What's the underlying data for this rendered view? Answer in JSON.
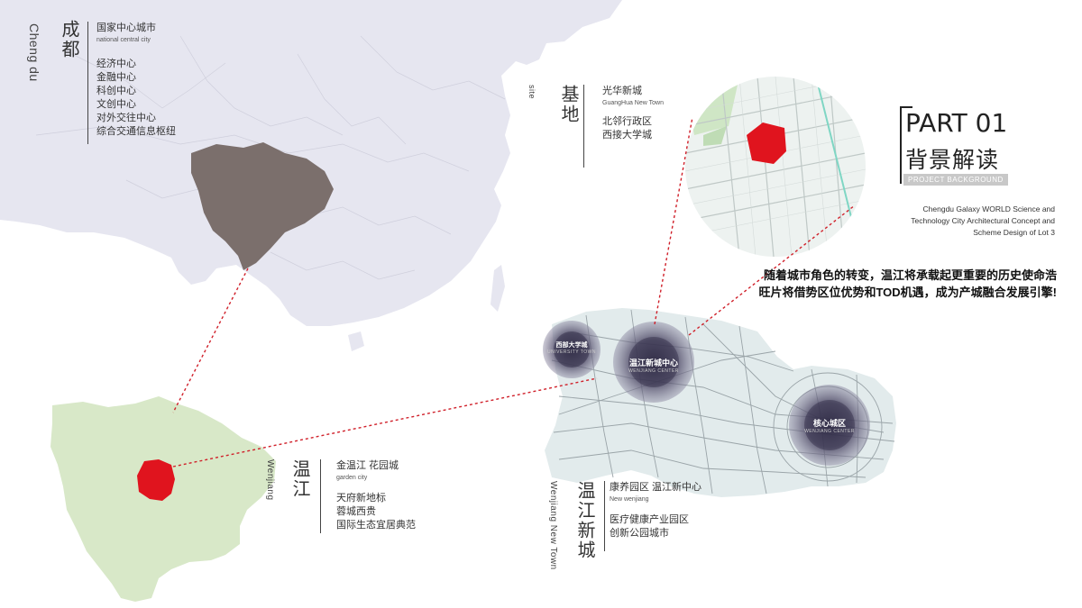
{
  "chengdu": {
    "title_cn": "成都",
    "title_en": "Cheng du",
    "subtitle_cn": "国家中心城市",
    "subtitle_en": "national central city",
    "items": [
      "经济中心",
      "金融中心",
      "科创中心",
      "文创中心",
      "对外交往中心",
      "综合交通信息枢纽"
    ]
  },
  "site": {
    "title_cn": "基地",
    "title_en": "site",
    "line1": "光华新城",
    "line1_en": "GuangHua New Town",
    "line2": "北邻行政区",
    "line3": "西接大学城"
  },
  "wenjiang": {
    "title_cn": "温江",
    "title_en": "Wenjiang",
    "line1": "金温江 花园城",
    "line1_en": "garden city",
    "items": [
      "天府新地标",
      "蓉城西贵",
      "国际生态宜居典范"
    ]
  },
  "newtown": {
    "title_cn": "温江新城",
    "title_en": "Wenjiang New Town",
    "line1": "康养园区 温江新中心",
    "line1_en": "New wenjiang",
    "items": [
      "医疗健康产业园区",
      "创新公园城市"
    ]
  },
  "part": {
    "number": "PART 01",
    "title": "背景解读",
    "tag": "PROJECT BACKGROUND",
    "description": [
      "Chengdu Galaxy WORLD Science and",
      "Technology City Architectural Concept and",
      "Scheme Design of Lot 3"
    ]
  },
  "slogan": [
    "随着城市角色的转变，温江将承载起更重要的历史使命浩",
    "旺片将借势区位优势和TOD机遇，成为产城融合发展引擎!"
  ],
  "bubbles": [
    {
      "label": "西部大学城",
      "sub": "UNIVERSITY TOWN"
    },
    {
      "label": "温江新城中心",
      "sub": "WENJIANG CENTER"
    },
    {
      "label": "核心城区",
      "sub": "WENJIANG CENTER"
    }
  ],
  "colors": {
    "highlight_red": "#e0141e",
    "sichuan_brown": "#7b6f6c",
    "wenjiang_green": "#d8e8c8",
    "china_map": "#e6e6f0",
    "bubble_dark": "#3e3a55",
    "connector": "#d0202a"
  }
}
